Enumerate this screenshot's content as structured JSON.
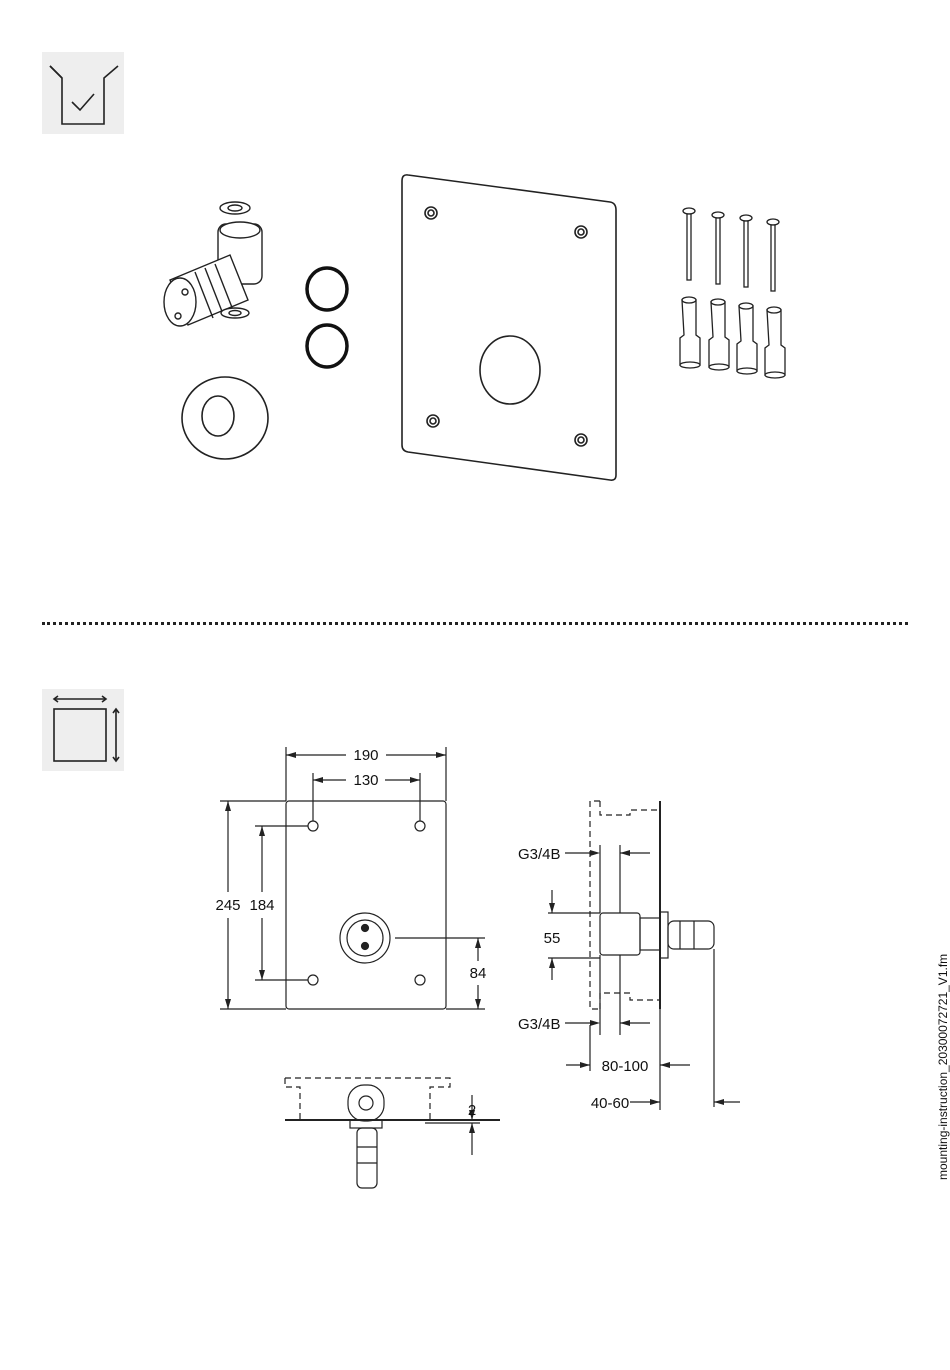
{
  "sections": {
    "scope": {
      "icon": "box-check-icon"
    },
    "dimensions": {
      "icon": "dimension-square-icon",
      "labels": {
        "width_190": "190",
        "hole_spacing_130": "130",
        "height_245": "245",
        "hole_spacing_184": "184",
        "center_84": "84",
        "thread_top": "G3/4B",
        "thread_bottom": "G3/4B",
        "spacing_55": "55",
        "depth_80_100": "80-100",
        "depth_40_60": "40-60",
        "thickness_2": "2"
      }
    }
  },
  "footer": {
    "doc_id": "mounting-instruction_20300072721_V1.fm"
  }
}
